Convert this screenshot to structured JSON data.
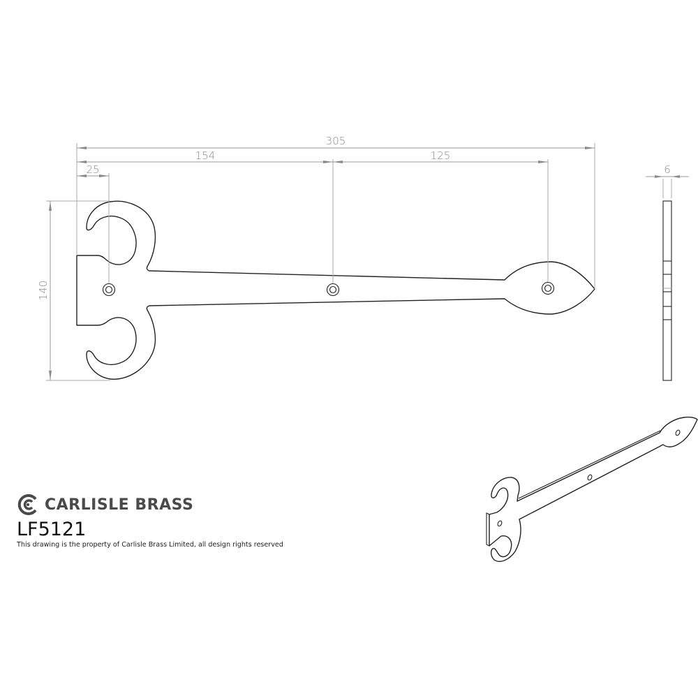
{
  "drawing": {
    "units": "mm",
    "views": [
      "front-elevation",
      "side-elevation",
      "isometric"
    ],
    "dimensions": {
      "overall_length": "305",
      "hole1_to_hole2": "154",
      "hole2_to_hole3": "125",
      "edge_to_hole1": "25",
      "overall_height": "140",
      "thickness": "6"
    }
  },
  "title_block": {
    "brand_name": "CARLISLE BRASS",
    "product_code": "LF5121",
    "notice": "This drawing is the property of Carlisle Brass Limited, all design rights reserved"
  },
  "colors": {
    "dimension": "#8a8a8a",
    "outline": "#222222",
    "brand_text": "#4a4a4a"
  },
  "icons": {
    "brand_logo": "carlisle-brass-cc-logo"
  }
}
